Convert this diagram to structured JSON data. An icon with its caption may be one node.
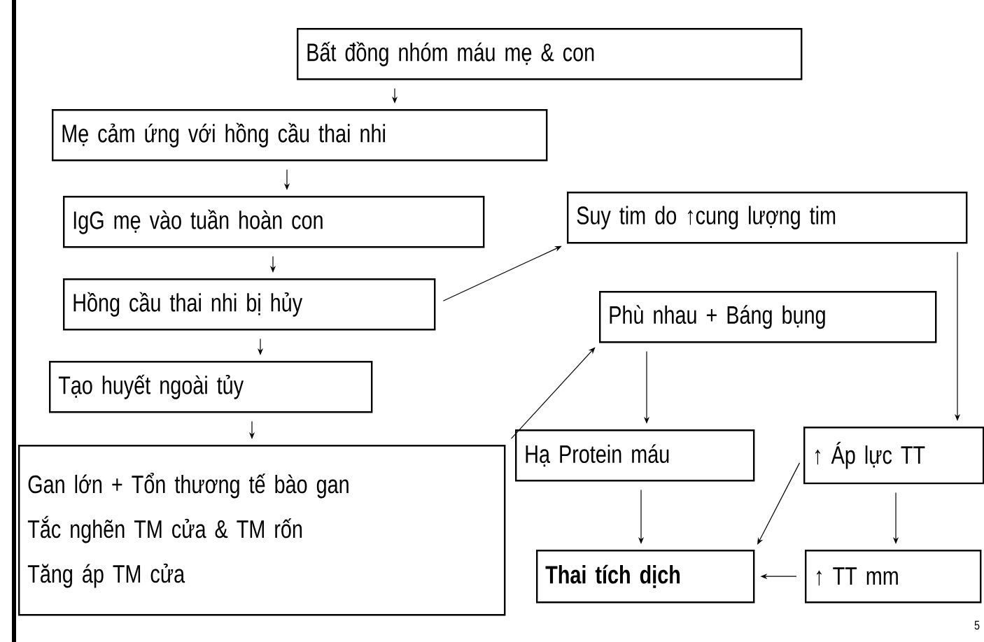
{
  "diagram": {
    "nodes": [
      {
        "text": [
          "Bất đồng nhóm máu mẹ & con"
        ]
      },
      {
        "text": [
          "Mẹ cảm ứng với hồng cầu thai nhi"
        ]
      },
      {
        "text": [
          "IgG mẹ vào tuần hoàn con"
        ]
      },
      {
        "text": [
          "Hồng cầu thai nhi bị hủy"
        ]
      },
      {
        "text": [
          "Tạo huyết ngoài tủy"
        ]
      },
      {
        "text": [
          "Gan lớn + Tổn thương tế bào gan",
          "Tắc nghẽn TM cửa & TM rốn",
          "Tăng áp TM cửa"
        ]
      },
      {
        "text": [
          "Suy tim do ↑cung lượng tim"
        ]
      },
      {
        "text": [
          "Phù nhau + Báng bụng"
        ]
      },
      {
        "text": [
          "Hạ Protein máu"
        ]
      },
      {
        "text": [
          "↑ Áp lực TT"
        ]
      },
      {
        "text": [
          "**Thai tích dịch**"
        ]
      },
      {
        "text": [
          "↑ TT mm"
        ]
      }
    ],
    "edges": [
      {
        "from": 0,
        "to": 1,
        "arrow": "to"
      },
      {
        "from": 1,
        "to": 2,
        "arrow": "to"
      },
      {
        "from": 2,
        "to": 3,
        "arrow": "to"
      },
      {
        "from": 3,
        "to": 4,
        "arrow": "to"
      },
      {
        "from": 4,
        "to": 5,
        "arrow": "to"
      },
      {
        "from": 3,
        "to": 6,
        "arrow": "to"
      },
      {
        "from": 5,
        "to": 7,
        "arrow": "to"
      },
      {
        "from": 7,
        "to": 8,
        "arrow": "to"
      },
      {
        "from": 6,
        "to": 9,
        "arrow": "to"
      },
      {
        "from": 9,
        "to": 10,
        "arrow": "to"
      },
      {
        "from": 8,
        "to": 10,
        "arrow": "to"
      },
      {
        "from": 9,
        "to": 11,
        "arrow": "to"
      },
      {
        "from": 11,
        "to": 10,
        "arrow": "to"
      }
    ],
    "labels": [
      "5"
    ]
  }
}
